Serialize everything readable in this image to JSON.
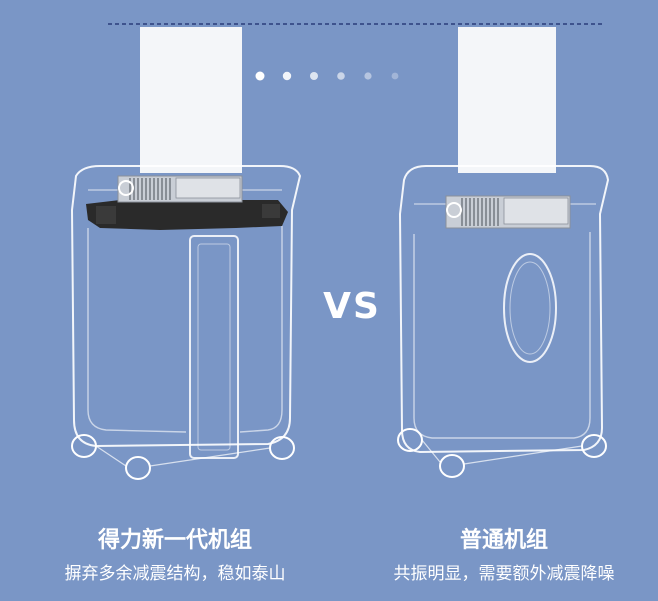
{
  "comparison": {
    "vs_label": "VS",
    "left": {
      "title": "得力新一代机组",
      "subtitle": "摒弃多余减震结构，稳如泰山"
    },
    "right": {
      "title": "普通机组",
      "subtitle": "共振明显，需要额外减震降噪"
    }
  },
  "colors": {
    "background": "#7a96c6",
    "line": "#ffffff",
    "dashed_line": "#2b3d7a",
    "paper": "#f4f6f9",
    "left_tray": "#2a2a2a"
  },
  "carousel": {
    "dot_count": 6,
    "active_index": 0
  }
}
